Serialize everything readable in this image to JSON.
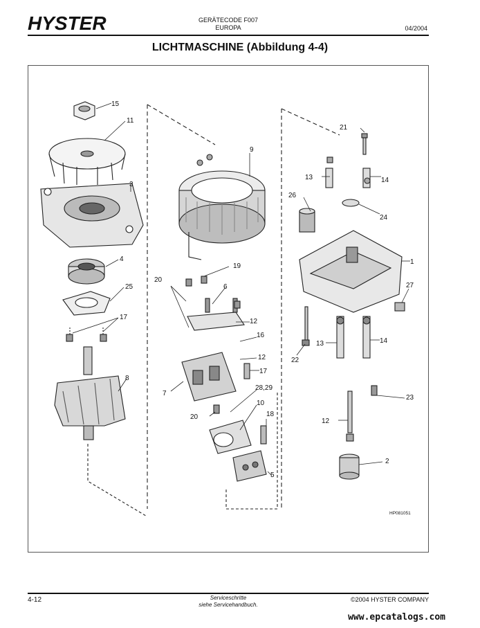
{
  "header": {
    "brand": "HYSTER",
    "code_line1": "GERÄTECODE F007",
    "code_line2": "EUROPA",
    "date": "04/2004"
  },
  "title": "LICHTMASCHINE (Abbildung 4-4)",
  "figure": {
    "reference": "HP081051",
    "callouts": [
      "15",
      "11",
      "3",
      "4",
      "25",
      "17",
      "8",
      "9",
      "20",
      "19",
      "6",
      "12",
      "16",
      "12",
      "17",
      "7",
      "28,29",
      "10",
      "20",
      "18",
      "5",
      "21",
      "13",
      "14",
      "26",
      "24",
      "1",
      "27",
      "22",
      "13",
      "14",
      "23",
      "12",
      "2"
    ]
  },
  "footer": {
    "page": "4-12",
    "service_line1": "Serviceschritte",
    "service_line2": "siehe Servicehandbuch.",
    "copyright": "©2004 HYSTER COMPANY",
    "website": "www.epcatalogs.com"
  },
  "colors": {
    "ink": "#111111",
    "rule": "#111111"
  }
}
